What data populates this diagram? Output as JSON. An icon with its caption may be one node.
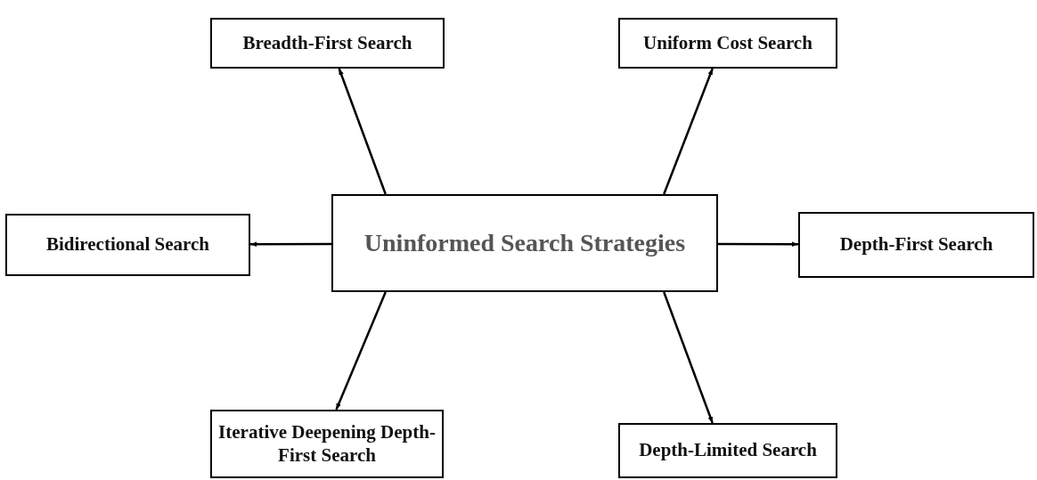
{
  "diagram": {
    "nodes": [
      {
        "text": [
          "Breadth-First Search"
        ]
      },
      {
        "text": [
          "Uniform Cost Search"
        ]
      },
      {
        "text": [
          "Bidirectional Search"
        ]
      },
      {
        "text": [
          "Uninformed Search Strategies"
        ]
      },
      {
        "text": [
          "Depth-First Search"
        ]
      },
      {
        "text": [
          "Iterative Deepening Depth-First Search"
        ]
      },
      {
        "text": [
          "Depth-Limited Search"
        ]
      }
    ],
    "edges": [
      {
        "from": 3,
        "to": 0,
        "arrow": "to"
      },
      {
        "from": 3,
        "to": 1,
        "arrow": "to"
      },
      {
        "from": 3,
        "to": 2,
        "arrow": "to"
      },
      {
        "from": 3,
        "to": 4,
        "arrow": "to"
      },
      {
        "from": 3,
        "to": 5,
        "arrow": "to"
      },
      {
        "from": 3,
        "to": 6,
        "arrow": "to"
      }
    ]
  }
}
